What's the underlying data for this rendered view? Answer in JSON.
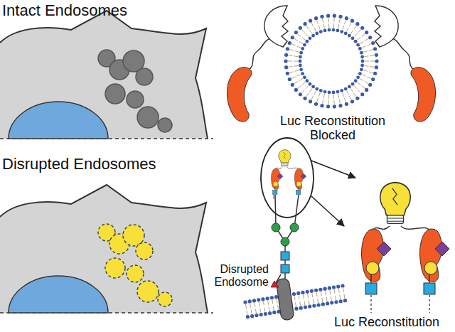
{
  "diagram": {
    "labels": [
      "Intact Endosomes",
      "Luc Reconstitution Blocked",
      "Disrupted Endosomes",
      "Disrupted Endosome",
      "Luc Reconstitution"
    ]
  }
}
